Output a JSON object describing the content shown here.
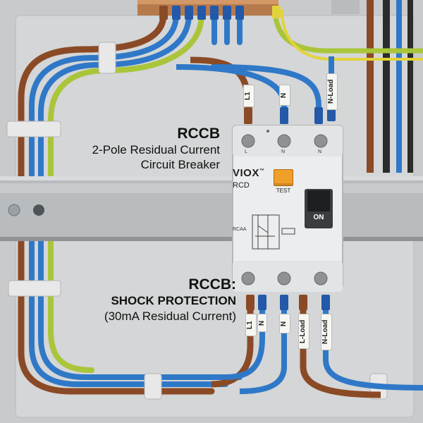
{
  "annotations": {
    "rccb_title": "RCCB",
    "rccb_subtitle_line1": "2-Pole Residual Current",
    "rccb_subtitle_line2": "Circuit Breaker",
    "protection_title": "RCCB:",
    "protection_line1": "SHOCK PROTECTION",
    "protection_line2": "(30mA Residual Current)"
  },
  "device": {
    "brand": "VIOX",
    "brand_mark": "™",
    "model": "RCD",
    "test_label": "TEST",
    "on_label": "ON",
    "rating_label": "RCAA",
    "terminal_mark_live": "L",
    "terminal_mark_neutral": "N"
  },
  "wire_tags": {
    "top_live": "L1",
    "top_neutral": "N",
    "top_neutral_load": "N-Load",
    "bottom_live": "L1",
    "bottom_neutral": "N",
    "bottom_neutral2": "N",
    "bottom_live_load": "L-Load",
    "bottom_neutral_load": "N-Load"
  },
  "colors": {
    "live_wire": "#8b4a26",
    "neutral_wire": "#2f78c8",
    "earth_wire": "#a9c53a",
    "test_button": "#f0a02a",
    "device_body": "#ecedee",
    "din_rail": "#b8bcbf"
  }
}
